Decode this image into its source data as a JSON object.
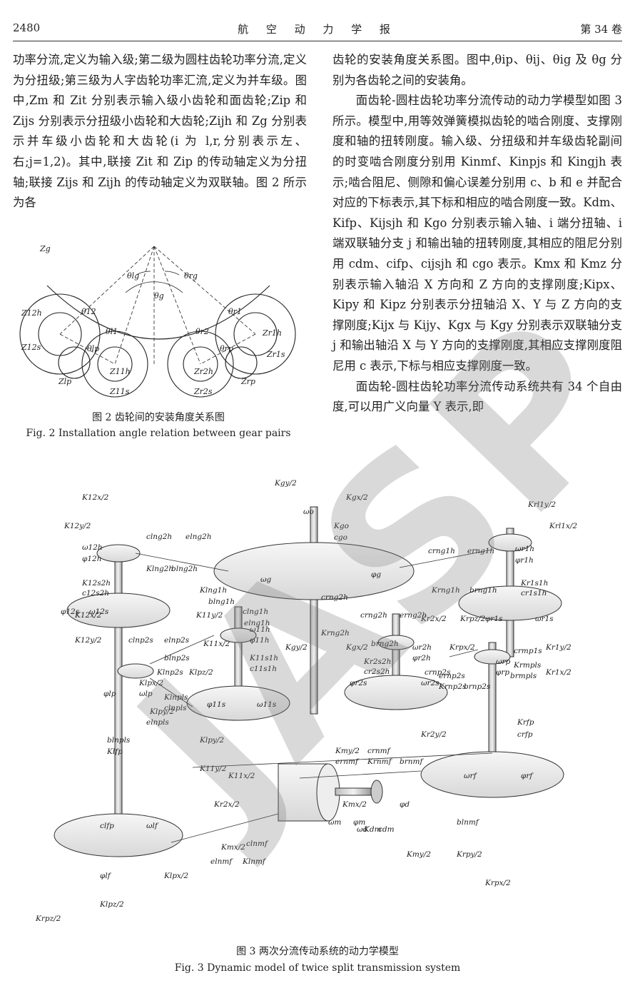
{
  "header": {
    "page_number": "2480",
    "journal": "航 空 动 力 学 报",
    "volume": "第 34 卷"
  },
  "left_column": {
    "para1": "功率分流,定义为输入级;第二级为圆柱齿轮功率分流,定义为分扭级;第三级为人字齿轮功率汇流,定义为并车级。图中,Zm 和 Zit 分别表示输入级小齿轮和面齿轮;Zip 和 Zijs 分别表示分扭级小齿轮和大齿轮;Zijh 和 Zg 分别表示并车级小齿轮和大齿轮(i 为 l,r,分别表示左、右;j=1,2)。其中,联接 Zit 和 Zip 的传动轴定义为分扭轴;联接 Zijs 和 Zijh 的传动轴定义为双联轴。图 2 所示为各"
  },
  "right_column": {
    "para1": "齿轮的安装角度关系图。图中,θip、θij、θig 及 θg 分别为各齿轮之间的安装角。",
    "para2": "面齿轮-圆柱齿轮功率分流传动的动力学模型如图 3 所示。模型中,用等效弹簧模拟齿轮的啮合刚度、支撑刚度和轴的扭转刚度。输入级、分扭级和并车级齿轮副间的时变啮合刚度分别用 Kinmf、Kinpjs 和 Kingjh 表示;啮合阻尼、侧隙和偏心误差分别用 c、b 和 e 并配合对应的下标表示,其下标和相应的啮合刚度一致。Kdm、Kifp、Kijsjh 和 Kgo 分别表示输入轴、i 端分扭轴、i 端双联轴分支 j 和输出轴的扭转刚度,其相应的阻尼分别用 cdm、cifp、cijsjh 和 cgo 表示。Kmx 和 Kmz 分别表示输入轴沿 X 方向和 Z 方向的支撑刚度;Kipx、Kipy 和 Kipz 分别表示分扭轴沿 X、Y 与 Z 方向的支撑刚度;Kijx 与 Kijy、Kgx 与 Kgy 分别表示双联轴分支 j 和输出轴沿 X 与 Y 方向的支撑刚度,其相应支撑刚度阻尼用 c 表示,下标与相应支撑刚度一致。",
    "para3": "面齿轮-圆柱齿轮功率分流传动系统共有 34 个自由度,可以用广义向量 Y 表示,即"
  },
  "figure2": {
    "caption_cn": "图 2   齿轮间的安装角度关系图",
    "caption_en": "Fig. 2   Installation angle relation between gear pairs",
    "labels": [
      "Zg",
      "θlg",
      "θrg",
      "θg",
      "Z12h",
      "θ12",
      "θr1",
      "Zr1h",
      "Z12s",
      "θl1",
      "θr2",
      "Zr1s",
      "θlp",
      "θrp",
      "Z11h",
      "Zr2h",
      "Zlp",
      "Zrp",
      "Z11s",
      "Zr2s"
    ]
  },
  "figure3": {
    "caption_cn": "图 3   两次分流传动系统的动力学模型",
    "caption_en": "Fig. 3   Dynamic model of twice split transmission system",
    "labels": [
      "Kgy/2",
      "Kgx/2",
      "ωo",
      "Kgo",
      "cgo",
      "ωg",
      "φg",
      "crng2h",
      "K12x/2",
      "K12y/2",
      "ω12h",
      "φ12h",
      "clng2h",
      "elng2h",
      "Klng2h",
      "blng2h",
      "K12s2h",
      "c12s2h",
      "ω12s",
      "φ12s",
      "Krl1y/2",
      "Krl1x/2",
      "ωr1h",
      "φr1h",
      "crng1h",
      "erng1h",
      "Krng1h",
      "brng1h",
      "Kr1s1h",
      "cr1s1h",
      "φr1s",
      "ωr1s",
      "Klng1h",
      "blng1h",
      "clng1h",
      "elng1h",
      "K11y/2",
      "K11x/2",
      "ω11h",
      "φ11h",
      "K11s1h",
      "c11s1h",
      "φ11s",
      "ω11s",
      "Krng2h",
      "brng2h",
      "crng2h",
      "erng2h",
      "Kgy/2",
      "Kgx/2",
      "ωr2h",
      "φr2h",
      "Kr2s2h",
      "cr2s2h",
      "φr2s",
      "ωr2s",
      "Kr2x/2",
      "Kr2y/2",
      "Krpz/2",
      "Krpx/2",
      "Kr1y/2",
      "Kr1x/2",
      "crmp1s",
      "ωrp",
      "φrp",
      "brmpls",
      "Krmpls",
      "crnp2s",
      "ernp2s",
      "Krnp2s",
      "brnp2s",
      "Krfp",
      "crfp",
      "ωrf",
      "φrf",
      "K12x/2",
      "K12y/2",
      "clnp2s",
      "elnp2s",
      "blnp2s",
      "Klnp2s",
      "Klpz/2",
      "Klpx/2",
      "ωlp",
      "φlp",
      "Klpy/2",
      "Klnpls",
      "clnpls",
      "elnpls",
      "blnpls",
      "Klfp",
      "clfp",
      "ωlf",
      "φlf",
      "Klpx/2",
      "Klpz/2",
      "Klpy/2",
      "K11y/2",
      "K11x/2",
      "Kmy/2",
      "crnmf",
      "ernmf",
      "Krnmf",
      "brnmf",
      "Kr2x/2",
      "Kmx/2",
      "ωm",
      "φm",
      "Kdm",
      "cdm",
      "ωd",
      "φd",
      "Kmy/2",
      "Kmx/2",
      "clnmf",
      "elnmf",
      "Klnmf",
      "blnmf",
      "Krpy/2",
      "Krpx/2",
      "Krpz/2"
    ]
  },
  "watermark": "JASP"
}
